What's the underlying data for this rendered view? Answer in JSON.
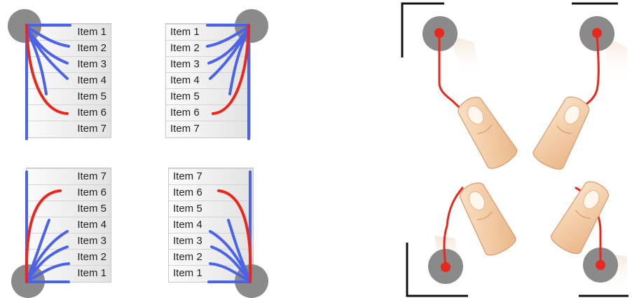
{
  "menus": [
    {
      "name": "menu-top-left",
      "items": [
        "Item 1",
        "Item 2",
        "Item 3",
        "Item 4",
        "Item 5",
        "Item 6",
        "Item 7"
      ]
    },
    {
      "name": "menu-top-right",
      "items": [
        "Item 1",
        "Item 2",
        "Item 3",
        "Item 4",
        "Item 5",
        "Item 6",
        "Item 7"
      ]
    },
    {
      "name": "menu-bottom-left",
      "items": [
        "Item 7",
        "Item 6",
        "Item 5",
        "Item 4",
        "Item 3",
        "Item 2",
        "Item 1"
      ]
    },
    {
      "name": "menu-bottom-right",
      "items": [
        "Item 7",
        "Item 6",
        "Item 5",
        "Item 4",
        "Item 3",
        "Item 2",
        "Item 1"
      ]
    }
  ],
  "colors": {
    "gesture_path": "#e8281c",
    "branch_path": "#4a63e8",
    "touch_point": "#8a8a8a",
    "finger_skin": "#f2c79d",
    "corner_bracket": "#111111"
  },
  "icons": [
    "touch-point-icon",
    "finger-icon",
    "corner-bracket-icon"
  ]
}
